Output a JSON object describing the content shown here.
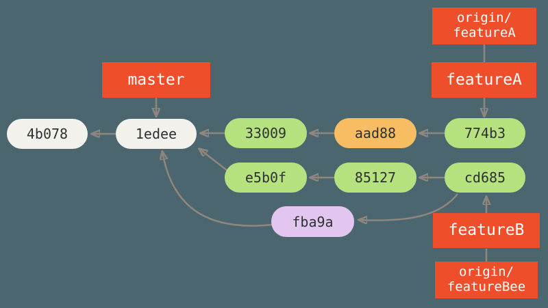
{
  "diagram": {
    "kind": "git-commit-graph",
    "background": "#4c666f",
    "arrow_color": "#8f867e",
    "branch_label_bg": "#ef4e2a",
    "branch_label_text_color": "#ffffff",
    "commit_text_color": "#2e3133"
  },
  "branch_labels": {
    "master": {
      "text": "master"
    },
    "origin_featureA": {
      "text": "origin/\nfeatureA"
    },
    "featureA": {
      "text": "featureA"
    },
    "featureB": {
      "text": "featureB"
    },
    "origin_featureBee": {
      "text": "origin/\nfeatureBee"
    }
  },
  "commits": {
    "c4b078": {
      "id": "4b078",
      "color": "#f2f1eb"
    },
    "c1edee": {
      "id": "1edee",
      "color": "#f2f1eb"
    },
    "c33009": {
      "id": "33009",
      "color": "#b5e17e"
    },
    "caad88": {
      "id": "aad88",
      "color": "#f8bd63"
    },
    "c774b3": {
      "id": "774b3",
      "color": "#b5e17e"
    },
    "ce5b0f": {
      "id": "e5b0f",
      "color": "#b5e17e"
    },
    "c85127": {
      "id": "85127",
      "color": "#b5e17e"
    },
    "ccd685": {
      "id": "cd685",
      "color": "#b5e17e"
    },
    "cfba9a": {
      "id": "fba9a",
      "color": "#e2c6f0"
    }
  },
  "edges": [
    {
      "from": "master",
      "to": "1edee",
      "arrowhead": true
    },
    {
      "from": "origin/featureA",
      "to": "featureA",
      "arrowhead": false
    },
    {
      "from": "featureA",
      "to": "774b3",
      "arrowhead": true
    },
    {
      "from": "origin/featureBee",
      "to": "featureB",
      "arrowhead": false
    },
    {
      "from": "featureB",
      "to": "cd685",
      "arrowhead": true
    },
    {
      "from": "1edee",
      "to": "4b078",
      "arrowhead": true
    },
    {
      "from": "33009",
      "to": "1edee",
      "arrowhead": true
    },
    {
      "from": "aad88",
      "to": "33009",
      "arrowhead": true
    },
    {
      "from": "774b3",
      "to": "aad88",
      "arrowhead": true
    },
    {
      "from": "85127",
      "to": "e5b0f",
      "arrowhead": true
    },
    {
      "from": "cd685",
      "to": "85127",
      "arrowhead": true
    },
    {
      "from": "e5b0f",
      "to": "1edee",
      "arrowhead": true
    },
    {
      "from": "fba9a",
      "to": "1edee",
      "arrowhead": true
    },
    {
      "from": "cd685",
      "to": "fba9a",
      "arrowhead": true
    }
  ]
}
